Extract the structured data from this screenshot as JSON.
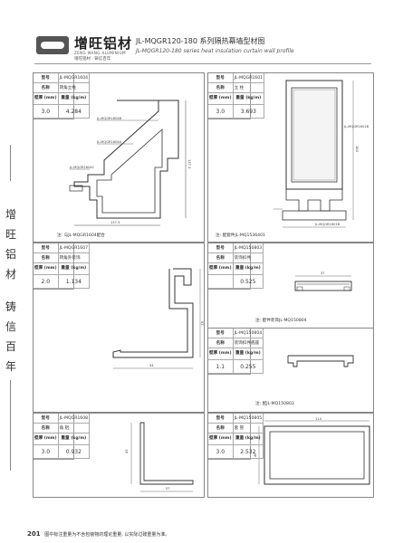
{
  "header": {
    "brand": "增旺铝材",
    "brand_en": "ZENG WANG ALUMINIUM",
    "slogan": "增旺铝材 · 铸信百年",
    "title_cn": "JL-MQGR120-180 系列隔热幕墙型材图",
    "title_en": "JL-MQGR120-180 series heat insulation curtain wall profile"
  },
  "side_motto": [
    "增",
    "旺",
    "铝",
    "材",
    "铸",
    "信",
    "百",
    "年"
  ],
  "profiles": [
    {
      "model": "JL-MQGR1604",
      "name": "转角立柱",
      "thickness": "3.0",
      "weight": "4.284",
      "note": "注: 与JL-MQGR1604配合",
      "dims": [
        "JL-MQGR1604B",
        "JL-MQGR1604A",
        "JL-MQGR1604C",
        "137.3",
        "137.3"
      ]
    },
    {
      "model": "JL-MQGR1601",
      "name": "立 柱",
      "thickness": "3.0",
      "weight": "3.693",
      "note": "注: 配套件JL-MQ1536401",
      "dims": [
        "JL-MQGR1601B",
        "JL-MQGR1601B",
        "180"
      ]
    },
    {
      "model": "JL-MQGR1607",
      "name": "转角外装饰",
      "thickness": "2.0",
      "weight": "1.134",
      "dims": [
        "93",
        "34"
      ]
    },
    {
      "model": "JL-MQ150803",
      "name": "装饰扣件",
      "thickness": "",
      "weight": "0.525",
      "note": "注: 配件装饰JL-MQ150804",
      "dims": [
        "37"
      ]
    },
    {
      "model": "JL-MQ150804",
      "name": "装饰扣件底座",
      "thickness": "1.1",
      "weight": "0.255",
      "note": "注: 配JL-MQ150803",
      "dims": []
    },
    {
      "model": "JL-MQGR1608",
      "name": "角 铝",
      "thickness": "3.0",
      "weight": "0.932",
      "dims": [
        "43",
        "57"
      ]
    },
    {
      "model": "JL-MQ150805",
      "name": "套 管",
      "thickness": "3.0",
      "weight": "2.532",
      "dims": [
        "114",
        "46"
      ]
    }
  ],
  "labels": {
    "model": "型号",
    "name": "名称",
    "thickness": "壁厚 (mm)",
    "weight": "重量 (kg/m)"
  },
  "footer": {
    "page": "201",
    "text": "图中标注重量为不含包装物的理论重量, 以实际过磅重量为准。"
  }
}
